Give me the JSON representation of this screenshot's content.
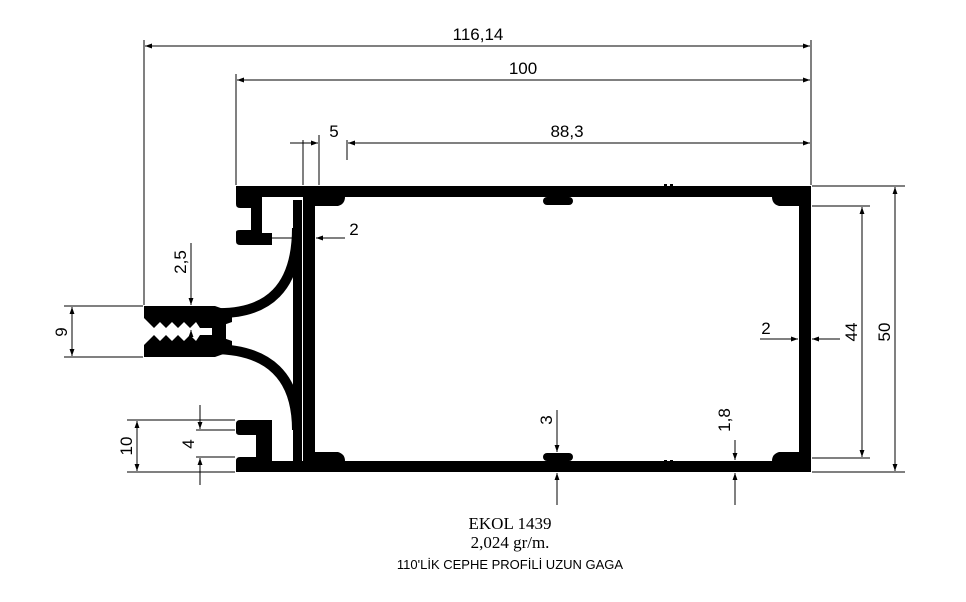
{
  "dimensions": {
    "overall_width": "116,14",
    "width_100": "100",
    "width_88": "88,3",
    "wall_5": "5",
    "wall_2_top": "2",
    "lip_2_5": "2,5",
    "gap_9": "9",
    "wall_2_right": "2",
    "height_44": "44",
    "height_50": "50",
    "rib_3": "3",
    "wall_1_8": "1,8",
    "height_10": "10",
    "height_4": "4"
  },
  "caption": {
    "model": "EKOL 1439",
    "weight": "2,024 gr/m.",
    "description": "110'LİK CEPHE PROFİLİ UZUN GAGA"
  },
  "colors": {
    "profile": "#000000",
    "lines": "#000000",
    "background": "#ffffff"
  }
}
